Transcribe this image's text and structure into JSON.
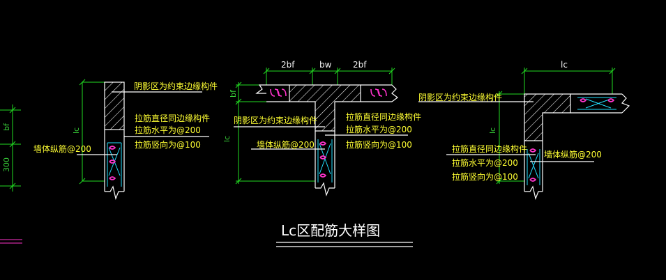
{
  "title": "Lc区配筋大样图",
  "colors": {
    "background": "#000000",
    "label": "#ffff33",
    "outline": "#ffffff",
    "dimension": "#22dd22",
    "hoop": "#ff33cc",
    "wall_rebar": "#22e0ff"
  },
  "left_detail": {
    "shaded_note": "阴影区为约束边缘构件",
    "tie_note_1": "拉筋直径同边缘构件",
    "tie_note_2": "拉筋水平为@200",
    "tie_note_3": "拉筋竖向为@100",
    "wall_note": "墙体纵筋@200",
    "lc_label": "lc"
  },
  "middle_detail": {
    "dim_left": "2bf",
    "dim_mid": "bw",
    "dim_right": "2bf",
    "bf_label": "bf",
    "lc_label": "lc",
    "shaded_note": "阴影区为约束边缘构件",
    "tie_note_1": "拉筋直径同边缘构件",
    "tie_note_2": "拉筋水平为@200",
    "tie_note_3": "拉筋竖向为@100",
    "wall_note": "墙体纵筋@200"
  },
  "right_detail": {
    "dim_top": "lc",
    "lc_label": "lc",
    "shaded_note": "阴影区为约束边缘构件",
    "tie_note_1": "拉筋直径同边缘构件",
    "tie_note_2": "拉筋水平为@200",
    "tie_note_3": "拉筋竖向为@100",
    "wall_note": "墙体纵筋@200"
  },
  "edge_detail": {
    "bf_label": "bf",
    "dim_300": "300"
  }
}
